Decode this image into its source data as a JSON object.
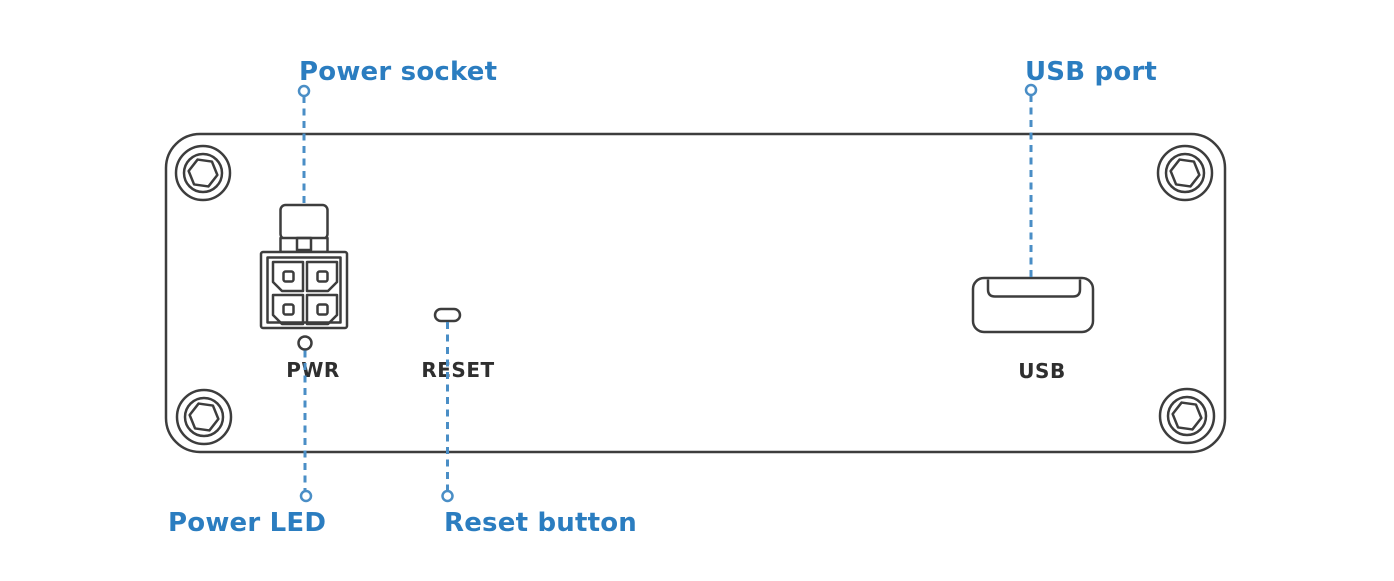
{
  "colors": {
    "background": "#ffffff",
    "label_blue": "#2b7dc0",
    "callout_line_blue": "#4a8ec6",
    "outline_dark": "#3d3d3d",
    "panel_text_dark": "#2f2f2f"
  },
  "callouts": {
    "power_socket": "Power socket",
    "usb_port": "USB port",
    "power_led": "Power LED",
    "reset_button": "Reset button"
  },
  "panel_labels": {
    "pwr": "PWR",
    "reset": "RESET",
    "usb": "USB"
  }
}
